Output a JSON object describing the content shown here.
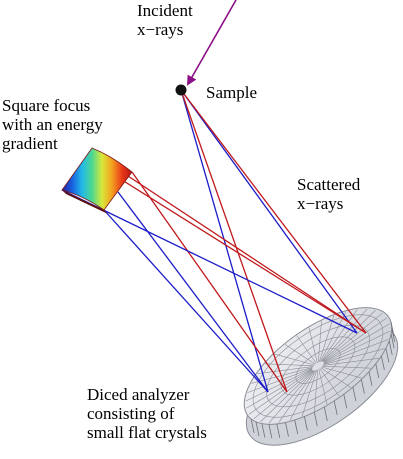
{
  "labels": {
    "incident": "Incident\nx−rays",
    "sample": "Sample",
    "square_focus": "Square focus\nwith an energy\ngradient",
    "scattered": "Scattered\nx−rays",
    "analyzer": "Diced analyzer\nconsisting of\nsmall flat crystals"
  },
  "colors": {
    "incident_beam": "#8b0f86",
    "ray_red": "#c0181c",
    "ray_blue": "#1c1cc8",
    "sample_dot": "#111111",
    "analyzer_fill": "#e4e6ec",
    "analyzer_edge": "#8a8d96"
  },
  "gradient_stops": [
    "#2a1c9a",
    "#1860e0",
    "#22b8e8",
    "#4cd890",
    "#d8e83a",
    "#f4a020",
    "#e83a18",
    "#b41414"
  ]
}
